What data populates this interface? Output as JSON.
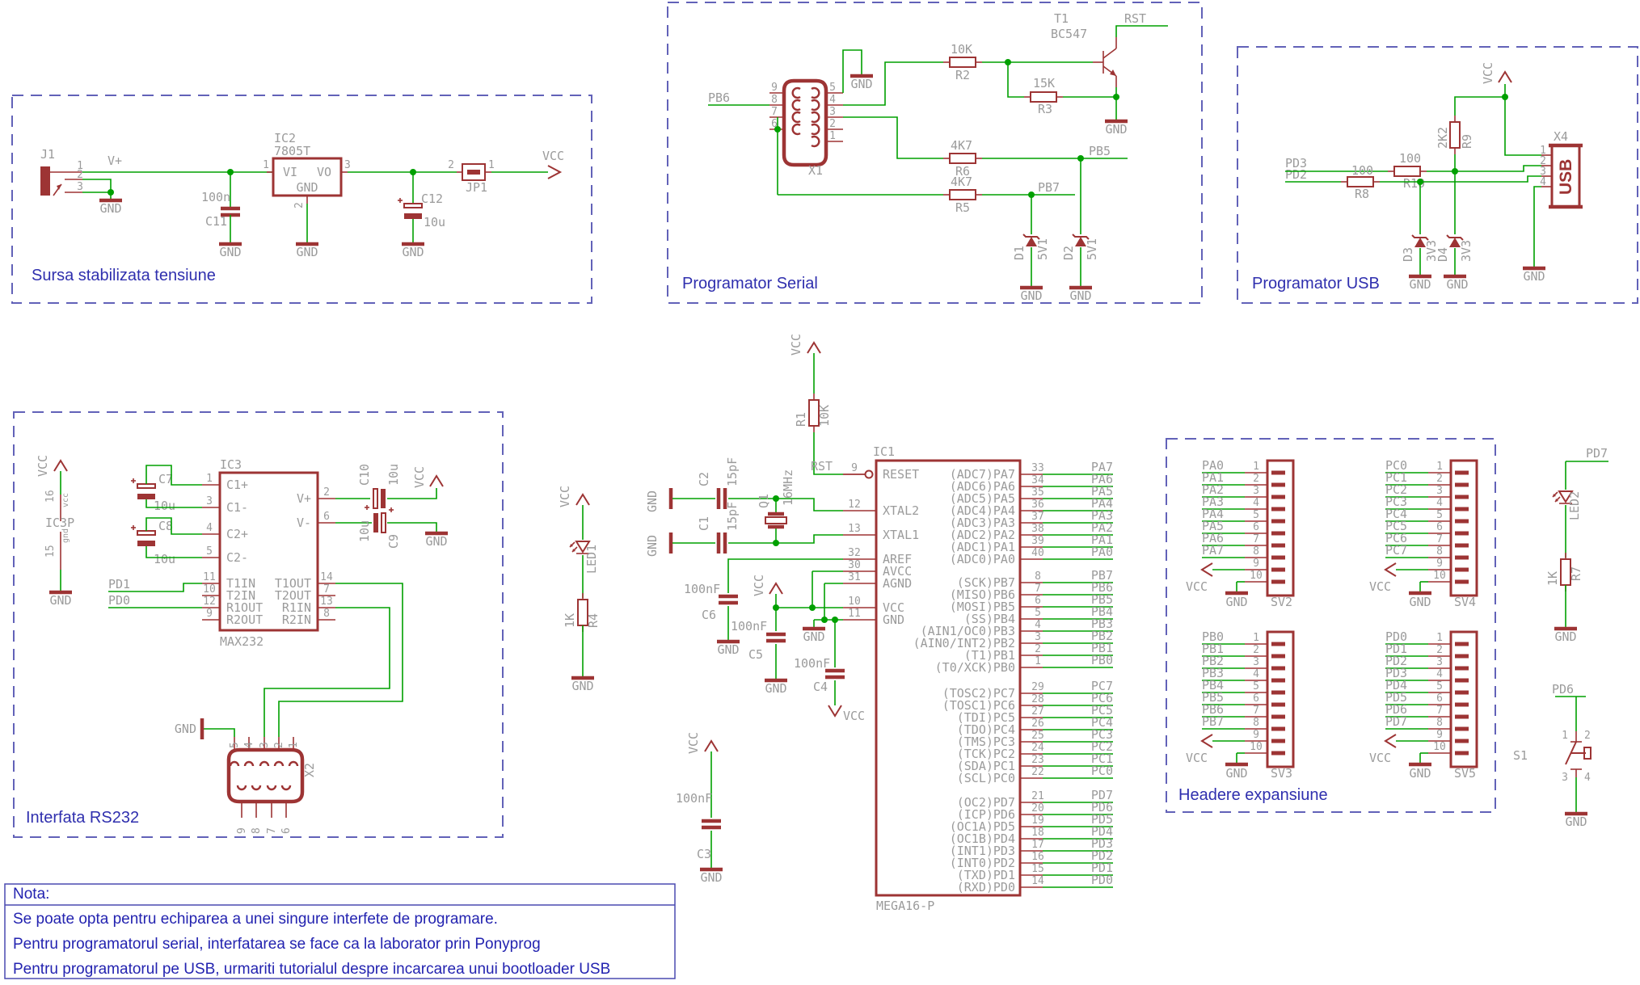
{
  "colors": {
    "wire": "#00a000",
    "symbol": "#9d3434",
    "label": "#9b9b9b",
    "frame": "#6262b8",
    "title": "#2f2fae"
  },
  "nets": {
    "vcc": "VCC",
    "gnd": "GND",
    "vplus": "V+",
    "rst": "RST",
    "pa": [
      "PA0",
      "PA1",
      "PA2",
      "PA3",
      "PA4",
      "PA5",
      "PA6",
      "PA7"
    ],
    "pb": [
      "PB0",
      "PB1",
      "PB2",
      "PB3",
      "PB4",
      "PB5",
      "PB6",
      "PB7"
    ],
    "pc": [
      "PC0",
      "PC1",
      "PC2",
      "PC3",
      "PC4",
      "PC5",
      "PC6",
      "PC7"
    ],
    "pd": [
      "PD0",
      "PD1",
      "PD2",
      "PD3",
      "PD4",
      "PD5",
      "PD6",
      "PD7"
    ]
  },
  "pins10": [
    "1",
    "2",
    "3",
    "4",
    "5",
    "6",
    "7",
    "8",
    "9",
    "10"
  ],
  "power": {
    "title": "Sursa stabilizata tensiune",
    "j1": {
      "ref": "J1",
      "pins": [
        "1",
        "2",
        "3"
      ]
    },
    "c11": {
      "ref": "C11",
      "value": "100n"
    },
    "ic2": {
      "ref": "IC2",
      "value": "7805T",
      "vi": "VI",
      "vo": "VO",
      "gnd": "GND",
      "pin_in": "1",
      "pin_out": "3",
      "pin_gnd": "2"
    },
    "c12": {
      "ref": "C12",
      "value": "10u"
    },
    "jp1": {
      "ref": "JP1",
      "pin_l": "2",
      "pin_r": "1"
    }
  },
  "serial": {
    "title": "Programator Serial",
    "x1": {
      "ref": "X1",
      "pins_left": [
        "9",
        "8",
        "7",
        "6"
      ],
      "pins_right": [
        "5",
        "4",
        "3",
        "2",
        "1"
      ]
    },
    "r2": {
      "ref": "R2",
      "value": "10K"
    },
    "r3": {
      "ref": "R3",
      "value": "15K"
    },
    "r5": {
      "ref": "R5",
      "value": "4K7"
    },
    "r6": {
      "ref": "R6",
      "value": "4K7"
    },
    "t1": {
      "ref": "T1",
      "value": "BC547"
    },
    "d1": {
      "ref": "D1",
      "value": "5V1"
    },
    "d2": {
      "ref": "D2",
      "value": "5V1"
    }
  },
  "usb": {
    "title": "Programator USB",
    "r8": {
      "ref": "R8",
      "value": "100"
    },
    "r9": {
      "ref": "R9",
      "value": "2K2"
    },
    "r10": {
      "ref": "R10",
      "value": "100"
    },
    "d3": {
      "ref": "D3",
      "value": "3V3"
    },
    "d4": {
      "ref": "D4",
      "value": "3V3"
    },
    "x4": {
      "ref": "X4",
      "label": "USB",
      "pins": [
        "1",
        "2",
        "3",
        "4"
      ]
    }
  },
  "rs232": {
    "title": "Interfata RS232",
    "ic3p": {
      "ref": "IC3P",
      "pin_vcc": "16",
      "pin_gnd": "15",
      "vcc": "vcc",
      "gnd": "gnd"
    },
    "ic3": {
      "ref": "IC3",
      "part": "MAX232",
      "left": [
        {
          "n": "1",
          "l": "C1+"
        },
        {
          "n": "3",
          "l": "C1-"
        },
        {
          "n": "4",
          "l": "C2+"
        },
        {
          "n": "5",
          "l": "C2-"
        },
        {
          "n": "11",
          "l": "T1IN"
        },
        {
          "n": "10",
          "l": "T2IN"
        },
        {
          "n": "12",
          "l": "R1OUT"
        },
        {
          "n": "9",
          "l": "R2OUT"
        }
      ],
      "right": [
        {
          "n": "2",
          "l": "V+"
        },
        {
          "n": "6",
          "l": "V-"
        },
        {
          "n": "14",
          "l": "T1OUT"
        },
        {
          "n": "7",
          "l": "T2OUT"
        },
        {
          "n": "13",
          "l": "R1IN"
        },
        {
          "n": "8",
          "l": "R2IN"
        }
      ]
    },
    "c7": {
      "ref": "C7",
      "value": "10u"
    },
    "c8": {
      "ref": "C8",
      "value": "10u"
    },
    "c9": {
      "ref": "C9",
      "value": "10u"
    },
    "c10": {
      "ref": "C10",
      "value": "10u"
    },
    "x2": {
      "ref": "X2",
      "pins_top": [
        "5",
        "4",
        "3",
        "2",
        "1"
      ],
      "pins_bottom": [
        "9",
        "8",
        "7",
        "6"
      ]
    }
  },
  "mcu": {
    "ref": "IC1",
    "part": "MEGA16-P",
    "left": [
      {
        "n": "9",
        "l": "RESET"
      },
      {
        "n": "12",
        "l": "XTAL2"
      },
      {
        "n": "13",
        "l": "XTAL1"
      },
      {
        "n": "32",
        "l": "AREF"
      },
      {
        "n": "30",
        "l": "AVCC"
      },
      {
        "n": "31",
        "l": "AGND"
      },
      {
        "n": "10",
        "l": "VCC"
      },
      {
        "n": "11",
        "l": "GND"
      }
    ],
    "pa": [
      {
        "n": "33",
        "l": "(ADC7)PA7",
        "net": "PA7"
      },
      {
        "n": "34",
        "l": "(ADC6)PA6",
        "net": "PA6"
      },
      {
        "n": "35",
        "l": "(ADC5)PA5",
        "net": "PA5"
      },
      {
        "n": "36",
        "l": "(ADC4)PA4",
        "net": "PA4"
      },
      {
        "n": "37",
        "l": "(ADC3)PA3",
        "net": "PA3"
      },
      {
        "n": "38",
        "l": "(ADC2)PA2",
        "net": "PA2"
      },
      {
        "n": "39",
        "l": "(ADC1)PA1",
        "net": "PA1"
      },
      {
        "n": "40",
        "l": "(ADC0)PA0",
        "net": "PA0"
      }
    ],
    "pb": [
      {
        "n": "8",
        "l": "(SCK)PB7",
        "net": "PB7"
      },
      {
        "n": "7",
        "l": "(MISO)PB6",
        "net": "PB6"
      },
      {
        "n": "6",
        "l": "(MOSI)PB5",
        "net": "PB5"
      },
      {
        "n": "5",
        "l": "(SS)PB4",
        "net": "PB4"
      },
      {
        "n": "4",
        "l": "(AIN1/OC0)PB3",
        "net": "PB3"
      },
      {
        "n": "3",
        "l": "(AIN0/INT2)PB2",
        "net": "PB2"
      },
      {
        "n": "2",
        "l": "(T1)PB1",
        "net": "PB1"
      },
      {
        "n": "1",
        "l": "(T0/XCK)PB0",
        "net": "PB0"
      }
    ],
    "pc": [
      {
        "n": "29",
        "l": "(TOSC2)PC7",
        "net": "PC7"
      },
      {
        "n": "28",
        "l": "(TOSC1)PC6",
        "net": "PC6"
      },
      {
        "n": "27",
        "l": "(TDI)PC5",
        "net": "PC5"
      },
      {
        "n": "26",
        "l": "(TDO)PC4",
        "net": "PC4"
      },
      {
        "n": "25",
        "l": "(TMS)PC3",
        "net": "PC3"
      },
      {
        "n": "24",
        "l": "(TCK)PC2",
        "net": "PC2"
      },
      {
        "n": "23",
        "l": "(SDA)PC1",
        "net": "PC1"
      },
      {
        "n": "22",
        "l": "(SCL)PC0",
        "net": "PC0"
      }
    ],
    "pd": [
      {
        "n": "21",
        "l": "(OC2)PD7",
        "net": "PD7"
      },
      {
        "n": "20",
        "l": "(ICP)PD6",
        "net": "PD6"
      },
      {
        "n": "19",
        "l": "(OC1A)PD5",
        "net": "PD5"
      },
      {
        "n": "18",
        "l": "(OC1B)PD4",
        "net": "PD4"
      },
      {
        "n": "17",
        "l": "(INT1)PD3",
        "net": "PD3"
      },
      {
        "n": "16",
        "l": "(INT0)PD2",
        "net": "PD2"
      },
      {
        "n": "15",
        "l": "(TXD)PD1",
        "net": "PD1"
      },
      {
        "n": "14",
        "l": "(RXD)PD0",
        "net": "PD0"
      }
    ]
  },
  "center": {
    "r1": {
      "ref": "R1",
      "value": "10K"
    },
    "q1": {
      "ref": "Q1",
      "value": "16MHz"
    },
    "c1": {
      "ref": "C1",
      "value": "15pF"
    },
    "c2": {
      "ref": "C2",
      "value": "15pF"
    },
    "c3": {
      "ref": "C3",
      "value": "100nF"
    },
    "c4": {
      "ref": "C4",
      "value": "100nF"
    },
    "c5": {
      "ref": "C5",
      "value": "100nF"
    },
    "c6": {
      "ref": "C6",
      "value": "100nF"
    },
    "led1": {
      "ref": "LED1"
    },
    "r4": {
      "ref": "R4",
      "value": "1K"
    }
  },
  "headers": {
    "title": "Headere expansiune",
    "sv2": "SV2",
    "sv3": "SV3",
    "sv4": "SV4",
    "sv5": "SV5"
  },
  "right": {
    "led2": {
      "ref": "LED2"
    },
    "r7": {
      "ref": "R7",
      "value": "1K"
    },
    "s1": {
      "ref": "S1",
      "pins": [
        "1",
        "2",
        "3",
        "4"
      ]
    }
  },
  "note": {
    "heading": "Nota:",
    "lines": [
      "Se poate opta pentru echiparea a unei singure interfete de programare.",
      "Pentru programatorul serial, interfatarea se face ca la laborator prin Ponyprog",
      "Pentru programatorul pe USB, urmariti tutorialul despre incarcarea unui bootloader USB"
    ]
  }
}
